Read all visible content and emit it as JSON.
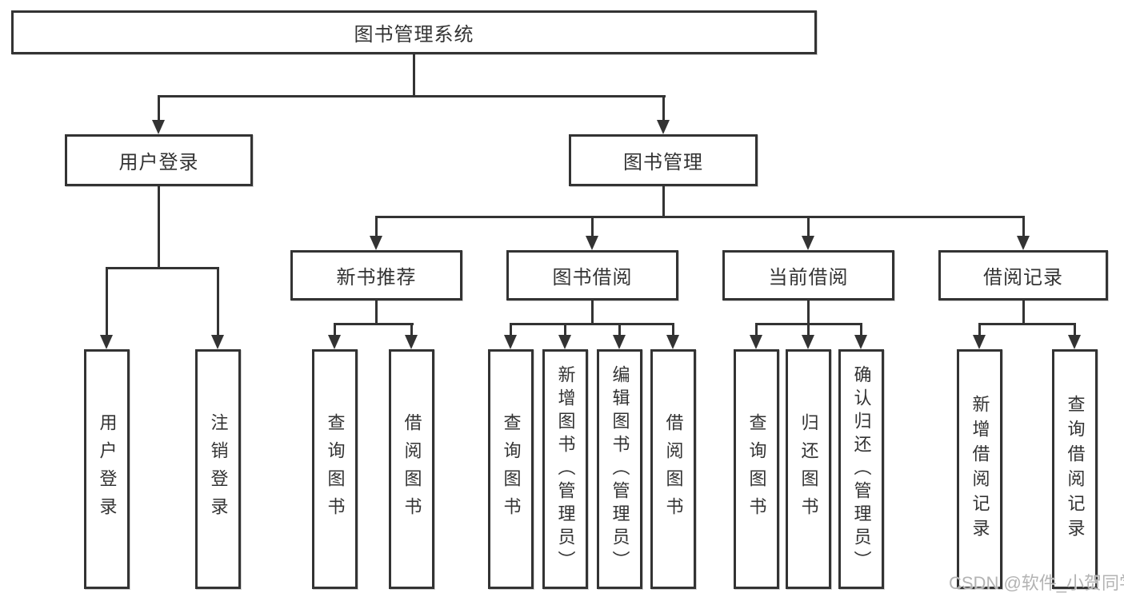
{
  "diagram": {
    "title": "图书管理系统",
    "root": {
      "label": "图书管理系统"
    },
    "level2": [
      {
        "label": "用户登录"
      },
      {
        "label": "图书管理"
      }
    ],
    "level3": [
      {
        "label": "新书推荐"
      },
      {
        "label": "图书借阅"
      },
      {
        "label": "当前借阅"
      },
      {
        "label": "借阅记录"
      }
    ],
    "leaves": {
      "user_login": [
        {
          "label": "用户登录"
        },
        {
          "label": "注销登录"
        }
      ],
      "new_book": [
        {
          "label": "查询图书"
        },
        {
          "label": "借阅图书"
        }
      ],
      "book_borrow": [
        {
          "label": "查询图书"
        },
        {
          "label": "新增图书（管理员）"
        },
        {
          "label": "编辑图书（管理员）"
        },
        {
          "label": "借阅图书"
        }
      ],
      "current_borrow": [
        {
          "label": "查询图书"
        },
        {
          "label": "归还图书"
        },
        {
          "label": "确认归还（管理员）"
        }
      ],
      "borrow_records": [
        {
          "label": "新增借阅记录"
        },
        {
          "label": "查询借阅记录"
        }
      ]
    }
  },
  "watermark": {
    "text": "CSDN @软件_小贺同学"
  },
  "colors": {
    "line": "#333333",
    "text": "#333333",
    "background": "#ffffff",
    "watermark": "#b3b3b3"
  }
}
